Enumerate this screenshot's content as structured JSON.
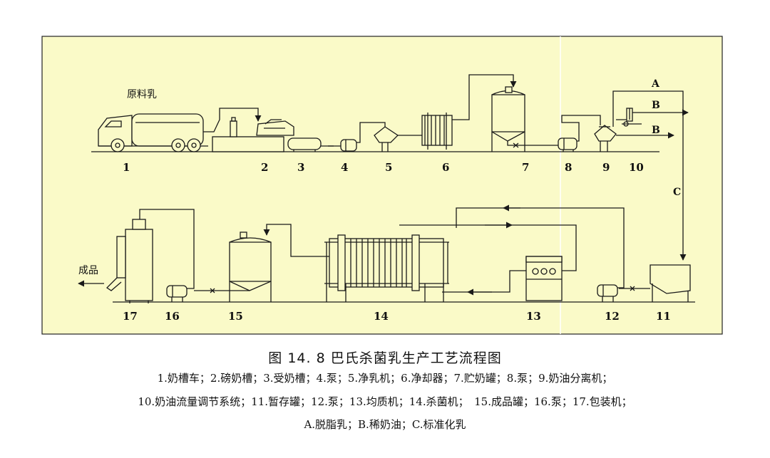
{
  "diagram": {
    "colors": {
      "panel": "#fafac8",
      "stroke": "#1a1a1a",
      "border": "#222222"
    },
    "labels": {
      "raw_milk": "原料乳",
      "product": "成品",
      "stream_a": "A",
      "stream_b1": "B",
      "stream_b2": "B",
      "stream_c": "C"
    },
    "equipment_numbers": [
      "1",
      "2",
      "3",
      "4",
      "5",
      "6",
      "7",
      "8",
      "9",
      "10",
      "11",
      "12",
      "13",
      "14",
      "15",
      "16",
      "17"
    ],
    "caption": {
      "title": "图 14. 8 巴氏杀菌乳生产工艺流程图",
      "legend_line1": "1.奶槽车；2.磅奶槽；3.受奶槽；4.泵；5.净乳机；6.净却器；7.贮奶罐；8.泵；9.奶油分离机；",
      "legend_line2": "10.奶油流量调节系统；11.暂存罐；12.泵；13.均质机；14.杀菌机；　15.成品罐；16.泵；17.包装机；",
      "legend_line3": "A.脱脂乳；B.稀奶油；C.标准化乳"
    }
  }
}
